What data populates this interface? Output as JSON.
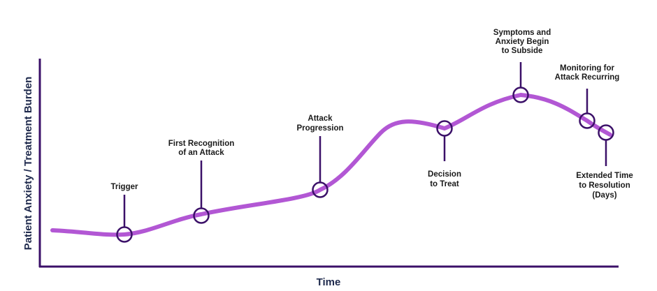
{
  "axes": {
    "y_label": "Patient Anxiety / Treatment Burden",
    "x_label": "Time"
  },
  "colors": {
    "curve": "#b257d4",
    "axis": "#3b1068",
    "marker": "#3b1068",
    "text": "#1a1a1a",
    "axis_title": "#1f2a4d"
  },
  "milestones": [
    {
      "lines": [
        "Trigger"
      ]
    },
    {
      "lines": [
        "First Recognition",
        "of an Attack"
      ]
    },
    {
      "lines": [
        "Attack",
        "Progression"
      ]
    },
    {
      "lines": [
        "Decision",
        "to Treat"
      ]
    },
    {
      "lines": [
        "Symptoms and",
        "Anxiety Begin",
        "to Subside"
      ]
    },
    {
      "lines": [
        "Monitoring for",
        "Attack Recurring"
      ]
    },
    {
      "lines": [
        "Extended Time",
        "to Resolution",
        "(Days)"
      ]
    }
  ]
}
